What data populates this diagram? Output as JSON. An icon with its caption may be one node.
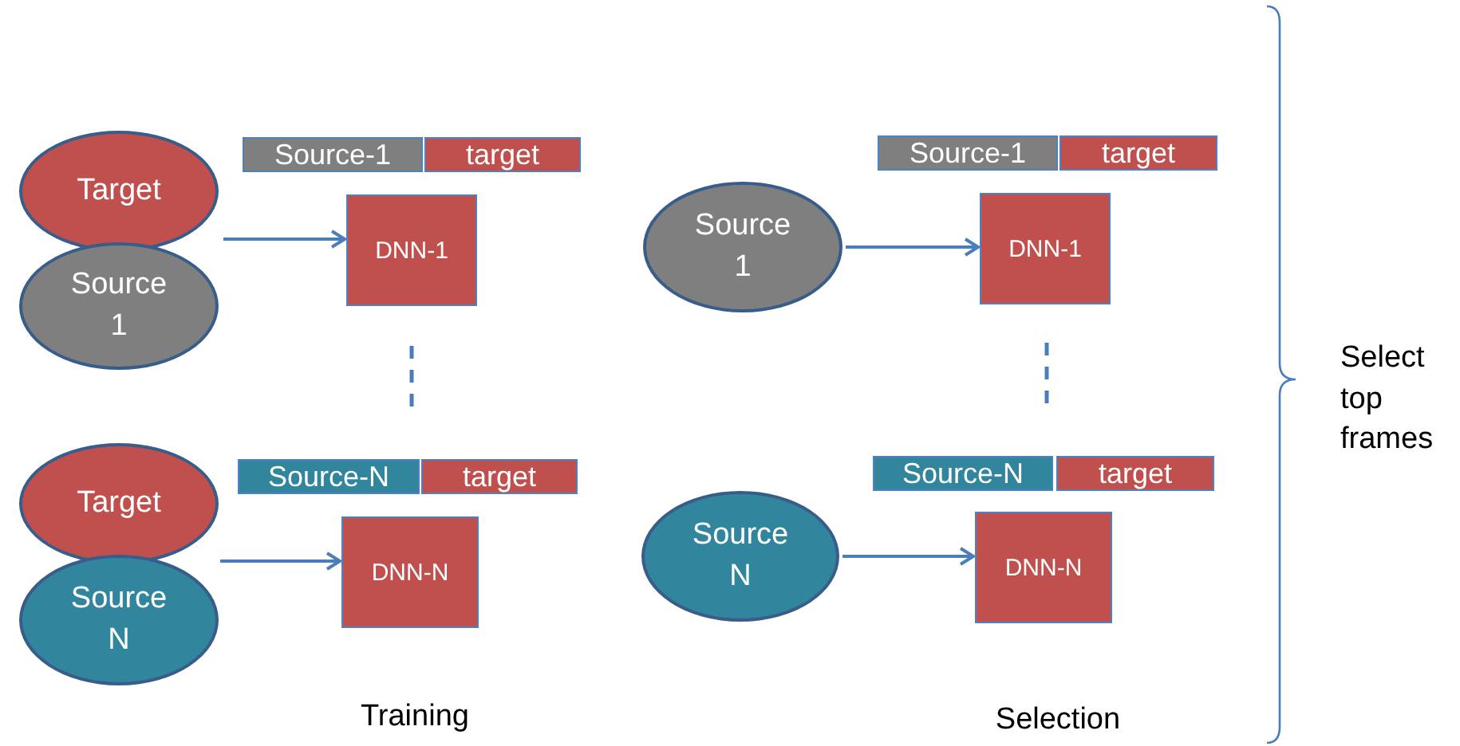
{
  "diagram": {
    "nodes": [
      {
        "text": [
          "Target"
        ]
      },
      {
        "text": [
          "Source 1"
        ]
      },
      {
        "text": [
          "Source-1"
        ]
      },
      {
        "text": [
          "target"
        ]
      },
      {
        "text": [
          "DNN-1"
        ]
      },
      {
        "text": [
          "Target"
        ]
      },
      {
        "text": [
          "Source N"
        ]
      },
      {
        "text": [
          "Source-N"
        ]
      },
      {
        "text": [
          "target"
        ]
      },
      {
        "text": [
          "DNN-N"
        ]
      },
      {
        "text": [
          "Source 1"
        ]
      },
      {
        "text": [
          "Source-1"
        ]
      },
      {
        "text": [
          "target"
        ]
      },
      {
        "text": [
          "DNN-1"
        ]
      },
      {
        "text": [
          "Source N"
        ]
      },
      {
        "text": [
          "Source-N"
        ]
      },
      {
        "text": [
          "target"
        ]
      },
      {
        "text": [
          "DNN-N"
        ]
      }
    ],
    "edges": [
      {
        "from": 0,
        "to": 4,
        "arrow": "to"
      },
      {
        "from": 1,
        "to": 4,
        "arrow": "to"
      },
      {
        "from": 5,
        "to": 9,
        "arrow": "to"
      },
      {
        "from": 6,
        "to": 9,
        "arrow": "to"
      },
      {
        "from": 10,
        "to": 13,
        "arrow": "to"
      },
      {
        "from": 14,
        "to": 17,
        "arrow": "to"
      }
    ],
    "labels": [
      "Training",
      "Selection",
      "Select top frames"
    ]
  }
}
